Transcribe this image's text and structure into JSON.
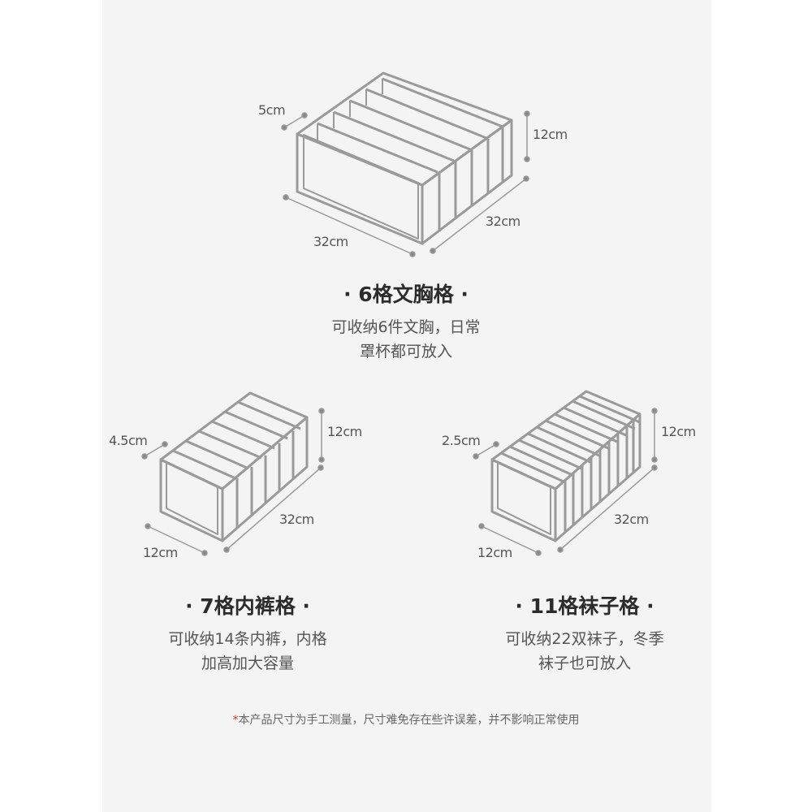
{
  "products": [
    {
      "dims": {
        "depth": "5cm",
        "height": "12cm",
        "width": "32cm",
        "length": "32cm"
      },
      "title": "· 6格文胸格 ·",
      "desc": [
        "可收纳6件文胸，日常",
        "罩杯都可放入"
      ]
    },
    {
      "dims": {
        "depth": "4.5cm",
        "height": "12cm",
        "width": "12cm",
        "length": "32cm"
      },
      "title": "· 7格内裤格 ·",
      "desc": [
        "可收纳14条内裤，内格",
        "加高加大容量"
      ]
    },
    {
      "dims": {
        "depth": "2.5cm",
        "height": "12cm",
        "width": "12cm",
        "length": "32cm"
      },
      "title": "· 11格袜子格 ·",
      "desc": [
        "可收纳22双袜子，冬季",
        "袜子也可放入"
      ]
    }
  ],
  "note": {
    "star": "*",
    "text": "本产品尺寸为手工测量，尺寸难免存在些许误差，并不影响正常使用"
  },
  "colors": {
    "panel": "#f4f4f4",
    "stroke": "#9a9a9a",
    "dot": "#888888",
    "star": "#c0392b"
  }
}
